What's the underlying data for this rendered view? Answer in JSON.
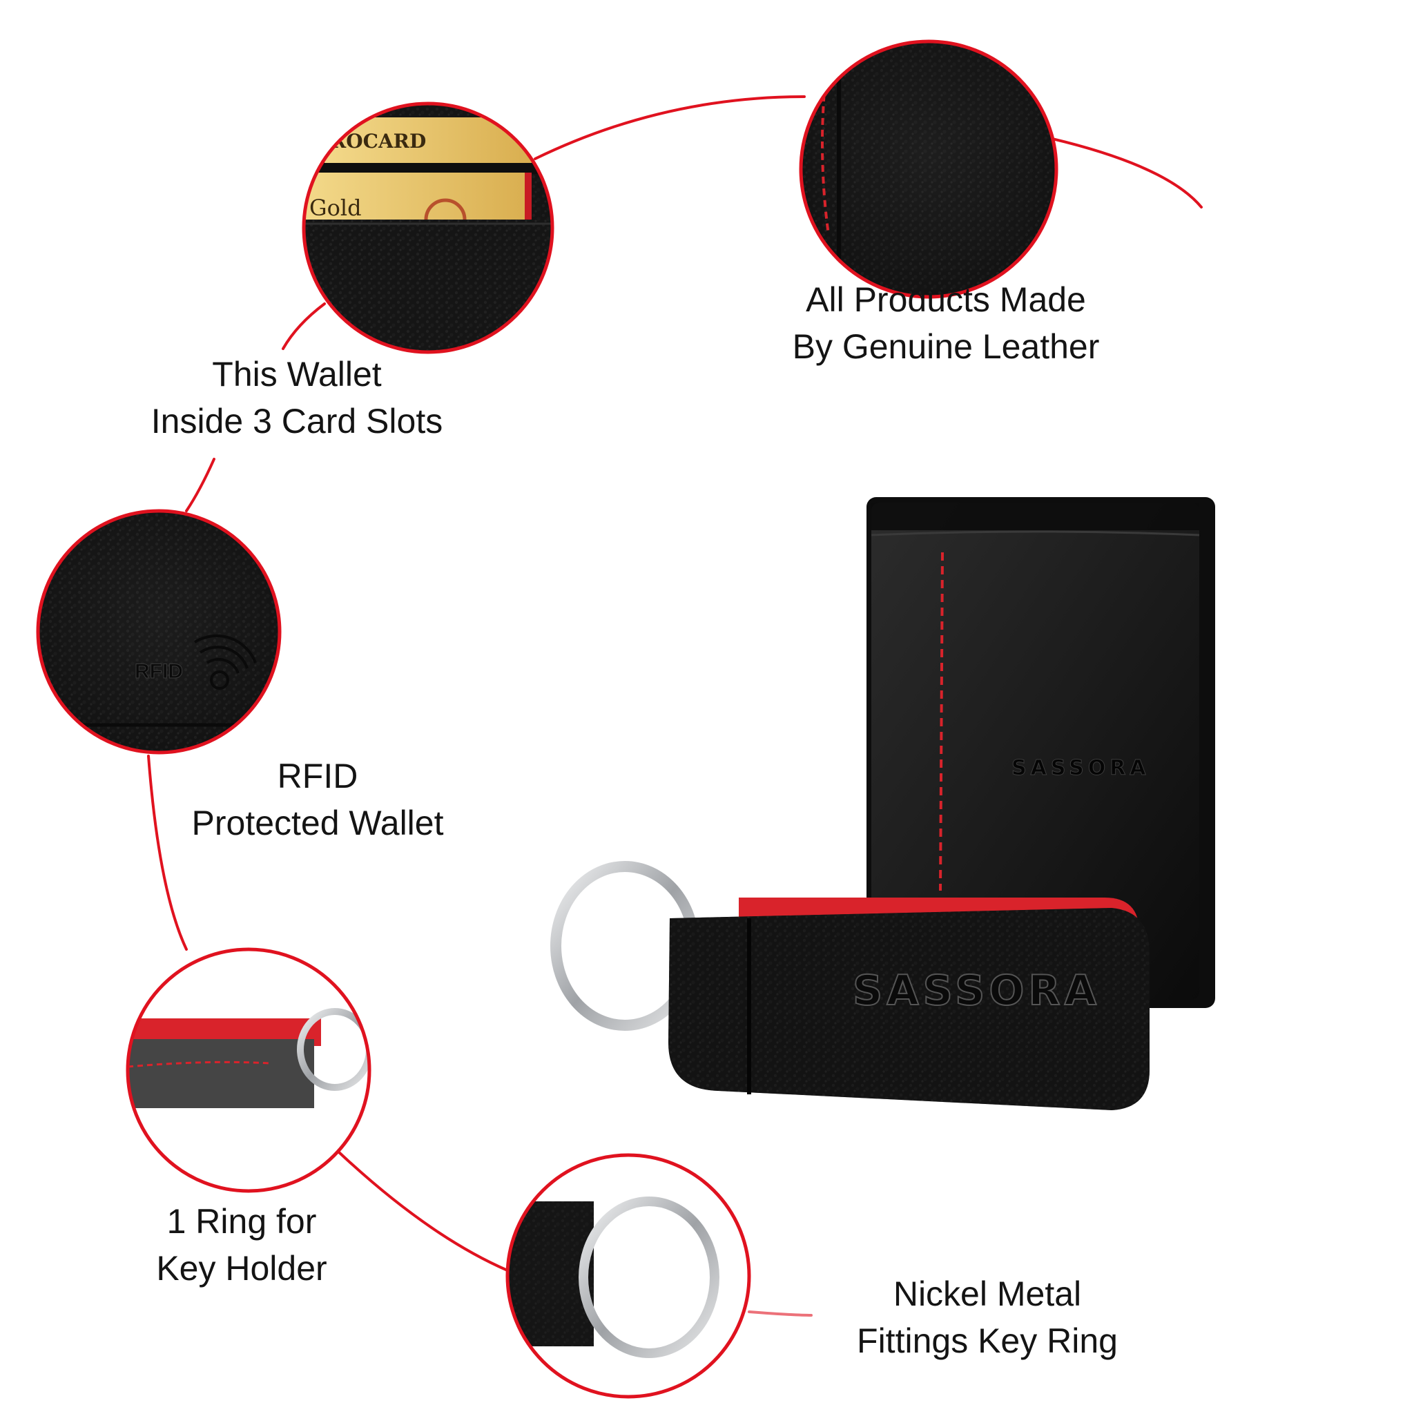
{
  "captions": {
    "card_slots": {
      "line1": "This Wallet",
      "line2": "Inside 3 Card Slots"
    },
    "leather": {
      "line1": "All Products Made",
      "line2": "By Genuine Leather"
    },
    "rfid": {
      "line1": "RFID",
      "line2": "Protected Wallet"
    },
    "key_ring": {
      "line1": "1 Ring for",
      "line2": "Key Holder"
    },
    "nickel": {
      "line1": "Nickel Metal",
      "line2": "Fittings Key Ring"
    }
  },
  "product": {
    "brand_on_keychain": "SASSORA",
    "brand_on_wallet": "SASSORA"
  },
  "detail_text": {
    "card_top": "ROCARD",
    "card_gold": "Gold",
    "rfid_stamp": "RFID"
  },
  "colors": {
    "accent_red": "#e0121f",
    "leather_black": "#121212",
    "stitch_red": "#d9232b",
    "card_gold": "#e8c46a",
    "metal": "#c7c9cc"
  },
  "icons": {
    "rfid": "rfid-signal-icon"
  }
}
